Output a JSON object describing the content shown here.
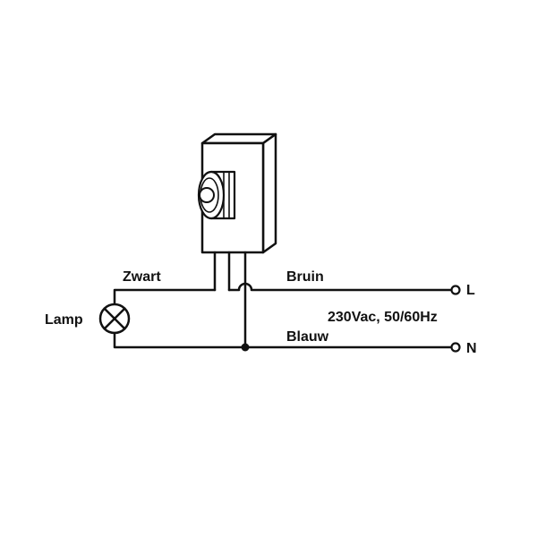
{
  "labels": {
    "black_wire": "Zwart",
    "brown_wire": "Bruin",
    "lamp": "Lamp",
    "supply": "230Vac, 50/60Hz",
    "blue_wire": "Blauw",
    "line_terminal": "L",
    "neutral_terminal": "N"
  },
  "colors": {
    "stroke": "#111111",
    "fill": "#ffffff"
  }
}
